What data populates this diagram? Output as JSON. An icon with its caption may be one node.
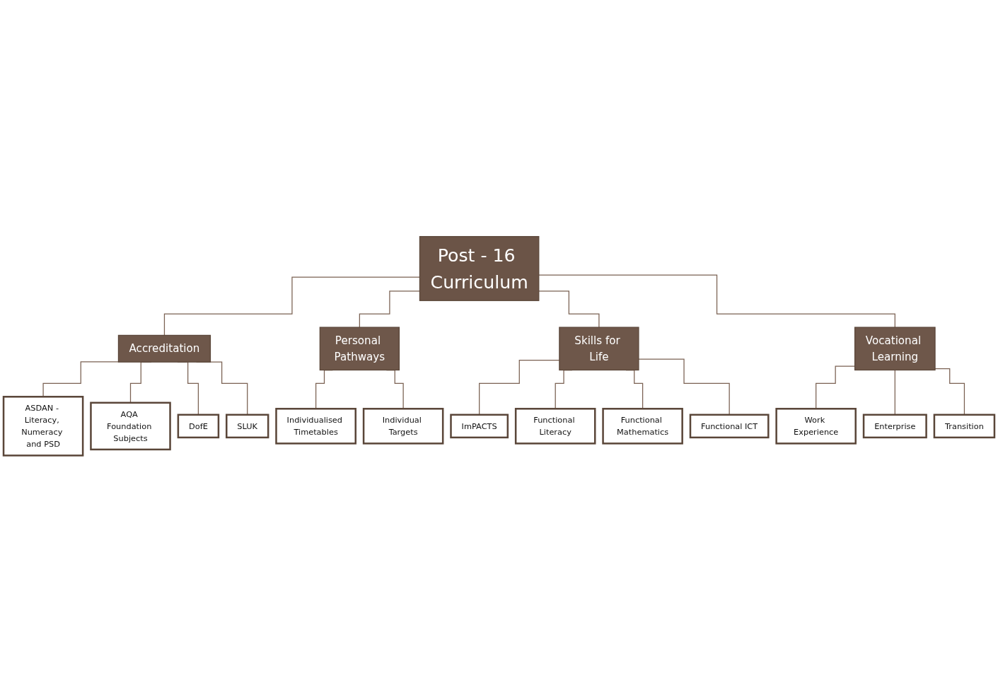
{
  "diagram": {
    "nodes": [
      {
        "text": [
          "Post - 16 Curriculum"
        ]
      },
      {
        "text": [
          "Accreditation"
        ]
      },
      {
        "text": [
          "Personal Pathways"
        ]
      },
      {
        "text": [
          "Skills for Life"
        ]
      },
      {
        "text": [
          "Vocational Learning"
        ]
      },
      {
        "text": [
          "ASDAN - Literacy, Numeracy and PSD"
        ]
      },
      {
        "text": [
          "AQA Foundation Subjects"
        ]
      },
      {
        "text": [
          "DofE"
        ]
      },
      {
        "text": [
          "SLUK"
        ]
      },
      {
        "text": [
          "Individualised Timetables"
        ]
      },
      {
        "text": [
          "Individual Targets"
        ]
      },
      {
        "text": [
          "ImPACTS"
        ]
      },
      {
        "text": [
          "Functional Literacy"
        ]
      },
      {
        "text": [
          "Functional Mathematics"
        ]
      },
      {
        "text": [
          "Functional ICT"
        ]
      },
      {
        "text": [
          "Work Experience"
        ]
      },
      {
        "text": [
          "Enterprise"
        ]
      },
      {
        "text": [
          "Transition"
        ]
      }
    ],
    "edges": [
      {
        "from": 0,
        "to": 1,
        "arrow": "none"
      },
      {
        "from": 0,
        "to": 2,
        "arrow": "none"
      },
      {
        "from": 0,
        "to": 3,
        "arrow": "none"
      },
      {
        "from": 0,
        "to": 4,
        "arrow": "none"
      },
      {
        "from": 1,
        "to": 5,
        "arrow": "none"
      },
      {
        "from": 1,
        "to": 6,
        "arrow": "none"
      },
      {
        "from": 1,
        "to": 7,
        "arrow": "none"
      },
      {
        "from": 1,
        "to": 8,
        "arrow": "none"
      },
      {
        "from": 2,
        "to": 9,
        "arrow": "none"
      },
      {
        "from": 2,
        "to": 10,
        "arrow": "none"
      },
      {
        "from": 3,
        "to": 11,
        "arrow": "none"
      },
      {
        "from": 3,
        "to": 12,
        "arrow": "none"
      },
      {
        "from": 3,
        "to": 13,
        "arrow": "none"
      },
      {
        "from": 3,
        "to": 14,
        "arrow": "none"
      },
      {
        "from": 4,
        "to": 15,
        "arrow": "none"
      },
      {
        "from": 4,
        "to": 16,
        "arrow": "none"
      },
      {
        "from": 4,
        "to": 17,
        "arrow": "none"
      }
    ]
  }
}
